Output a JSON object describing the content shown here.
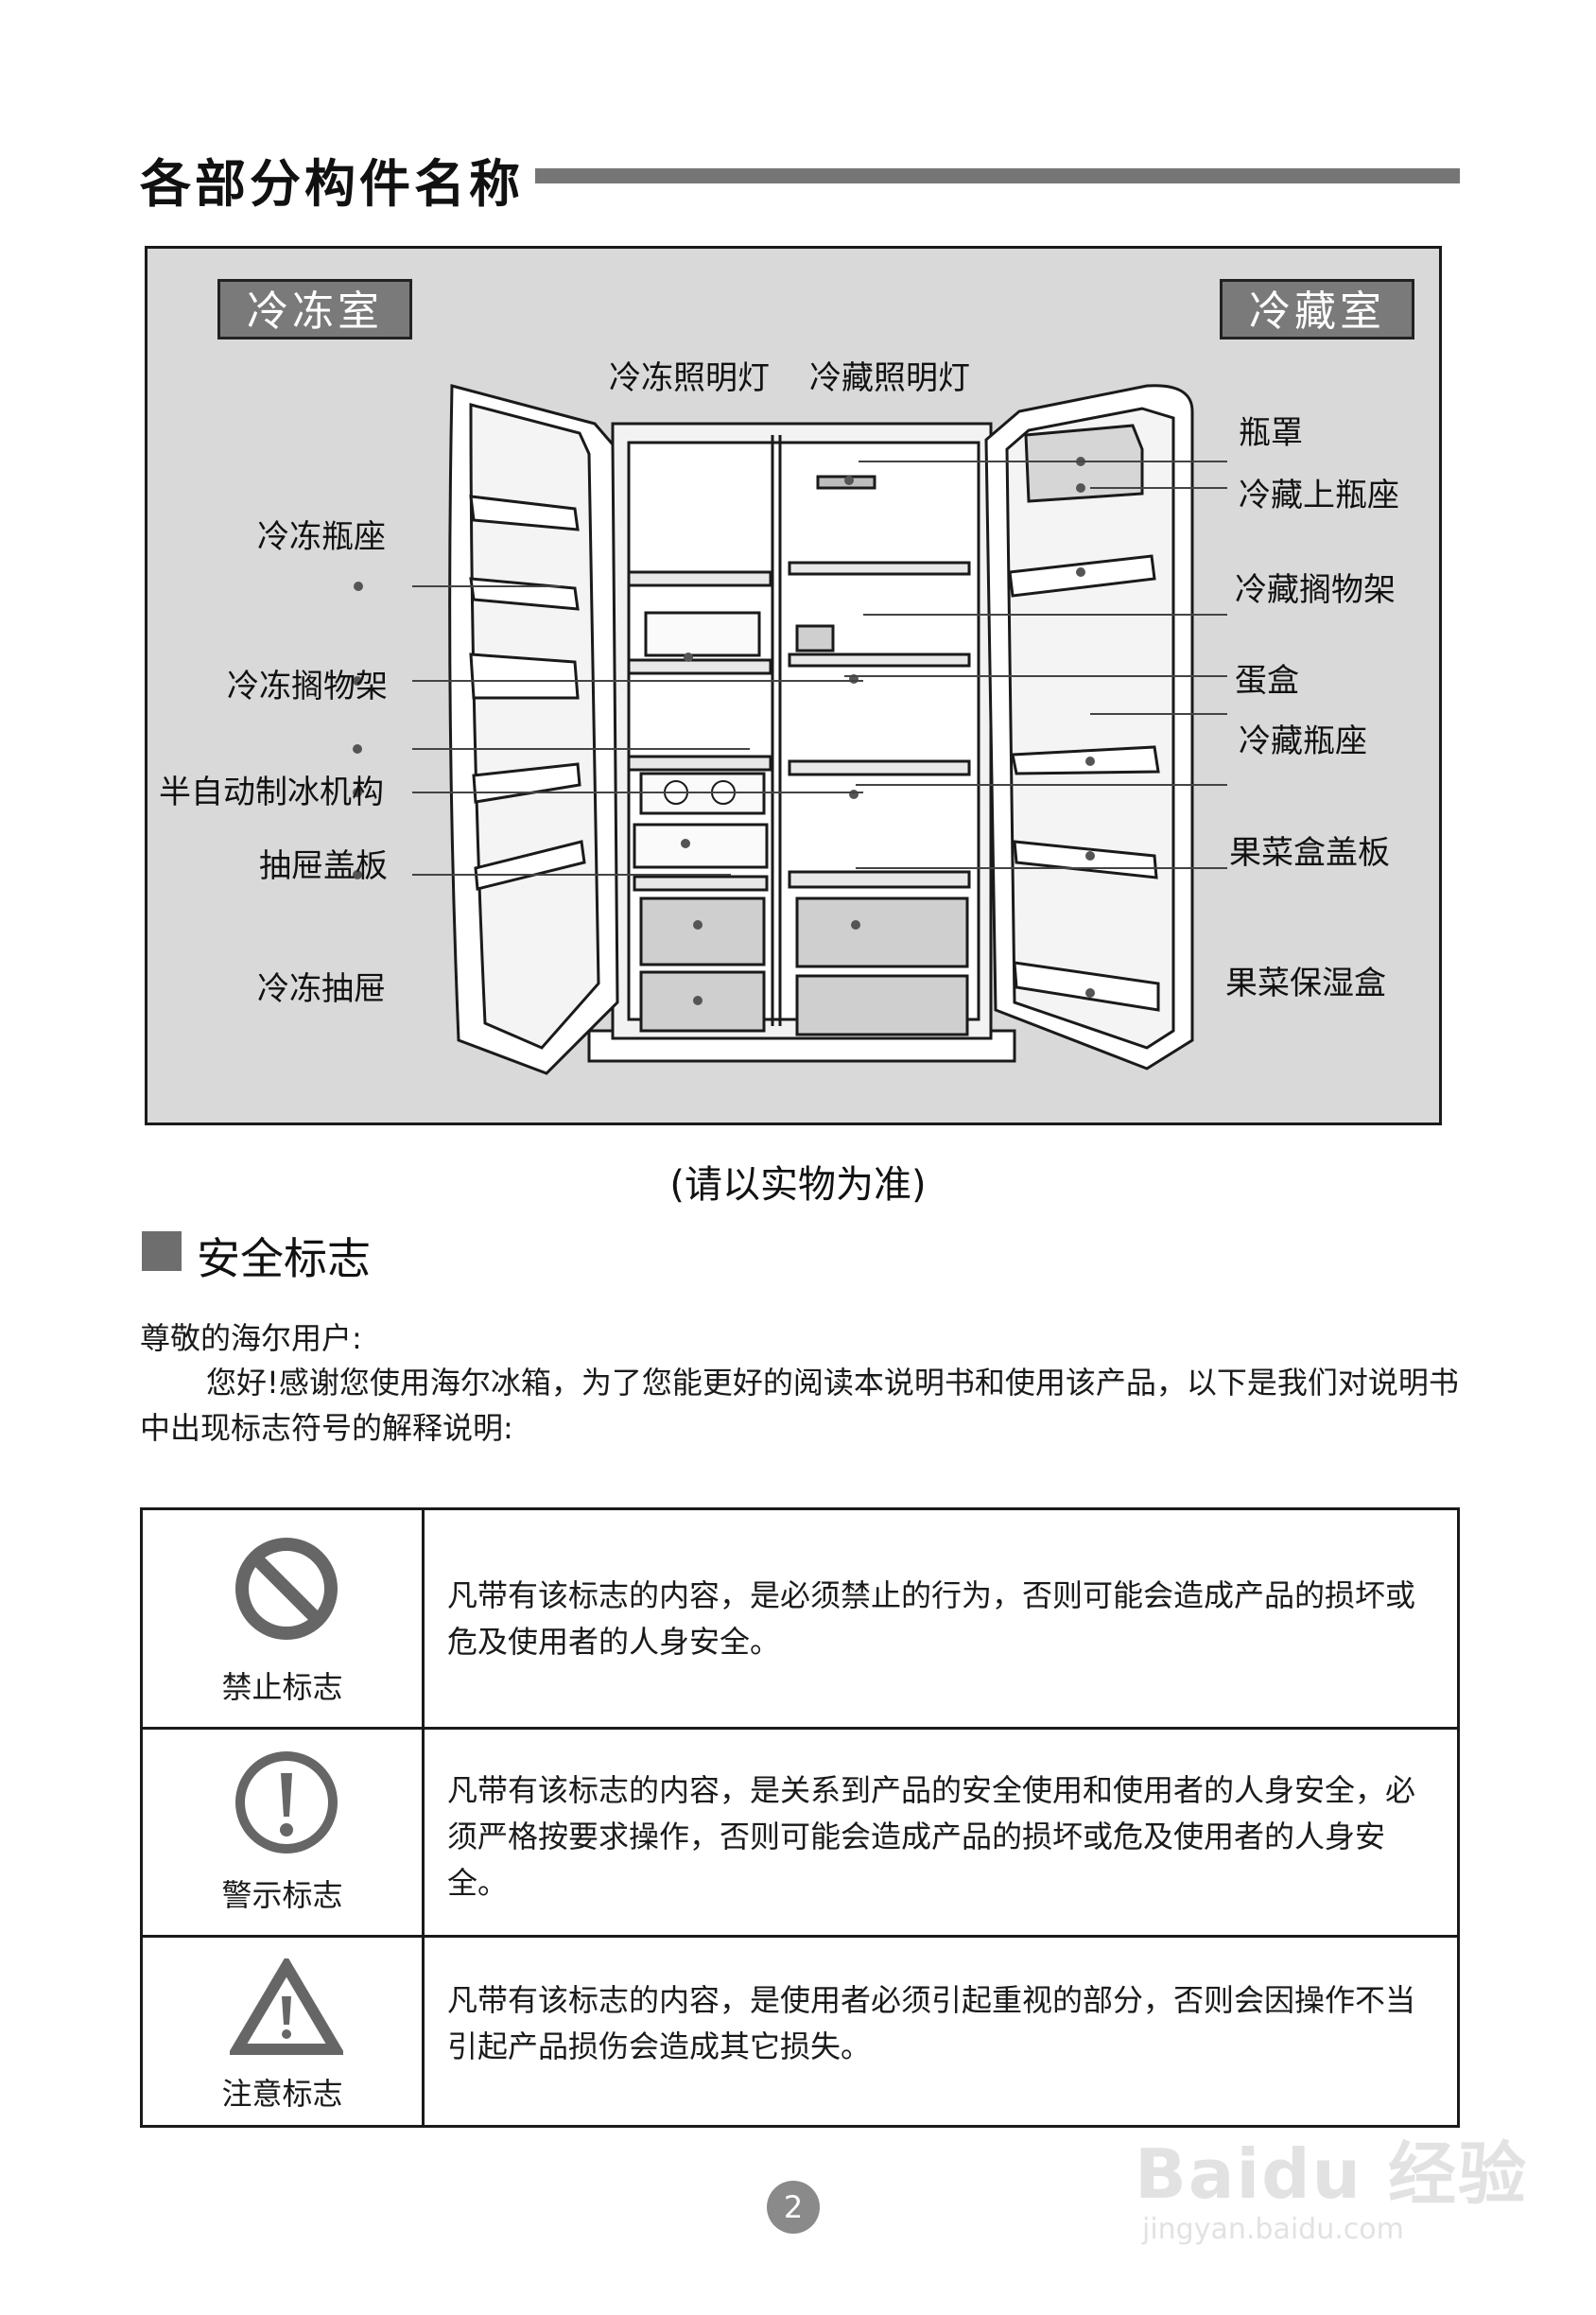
{
  "header": {
    "title": "各部分构件名称"
  },
  "diagram": {
    "freezer_label": "冷冻室",
    "fridge_label": "冷藏室",
    "callouts_top": [
      "冷冻照明灯",
      "冷藏照明灯"
    ],
    "callouts_left": [
      "冷冻瓶座",
      "冷冻搁物架",
      "半自动制冰机构",
      "抽屉盖板",
      "冷冻抽屉"
    ],
    "callouts_right": [
      "瓶罩",
      "冷藏上瓶座",
      "冷藏搁物架",
      "蛋盒",
      "冷藏瓶座",
      "果菜盒盖板",
      "果菜保湿盒"
    ]
  },
  "note": "(请以实物为准)",
  "section": {
    "title": "安全标志",
    "greeting": "尊敬的海尔用户:",
    "intro": "您好!感谢您使用海尔冰箱，为了您能更好的阅读本说明书和使用该产品，以下是我们对说明书中出现标志符号的解释说明:"
  },
  "symbols": [
    {
      "label": "禁止标志",
      "icon": "prohibition-icon",
      "text": "凡带有该标志的内容，是必须禁止的行为，否则可能会造成产品的损坏或危及使用者的人身安全。"
    },
    {
      "label": "警示标志",
      "icon": "warning-icon",
      "text": "凡带有该标志的内容，是关系到产品的安全使用和使用者的人身安全，必须严格按要求操作，否则可能会造成产品的损坏或危及使用者的人身安全。"
    },
    {
      "label": "注意标志",
      "icon": "caution-icon",
      "text": "凡带有该标志的内容，是使用者必须引起重视的部分，否则会因操作不当引起产品损伤会造成其它损失。"
    }
  ],
  "page_number": "2",
  "watermark": {
    "logo": "Baidu 经验",
    "url": "jingyan.baidu.com"
  }
}
